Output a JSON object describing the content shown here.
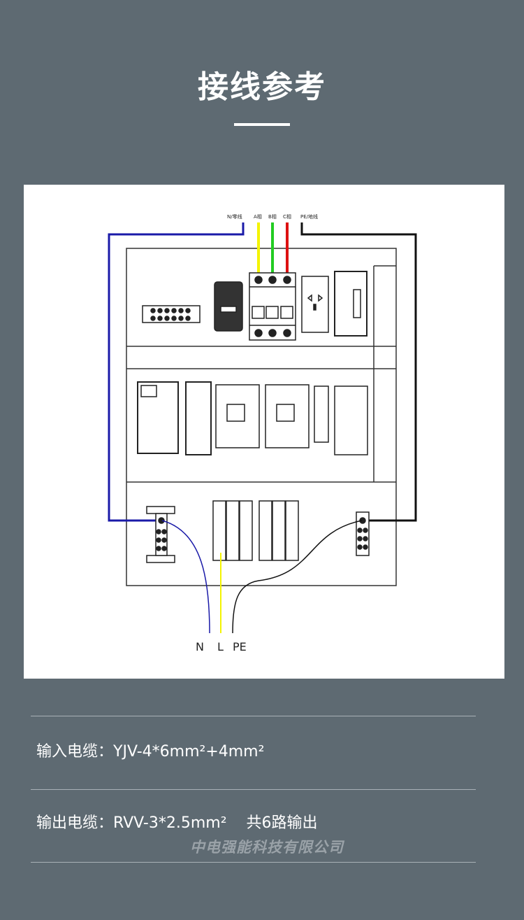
{
  "title": "接线参考",
  "diagram": {
    "labels_top": {
      "n": "N/零线",
      "a": "A相",
      "b": "B相",
      "c": "C相",
      "pe": "PE/地线"
    },
    "labels_bottom": {
      "n": "N",
      "l": "L",
      "pe": "PE"
    },
    "colors": {
      "n": "#1a1aa8",
      "a": "#f4f400",
      "b": "#22cc22",
      "c": "#dd1111",
      "pe": "#111111"
    }
  },
  "specs": {
    "input_label": "输入电缆：",
    "input_value": "YJV-4*6mm²+4mm²",
    "output_label": "输出电缆：",
    "output_value": "RVV-3*2.5mm²",
    "output_count": "共6路输出"
  },
  "watermark": "中电强能科技有限公司"
}
